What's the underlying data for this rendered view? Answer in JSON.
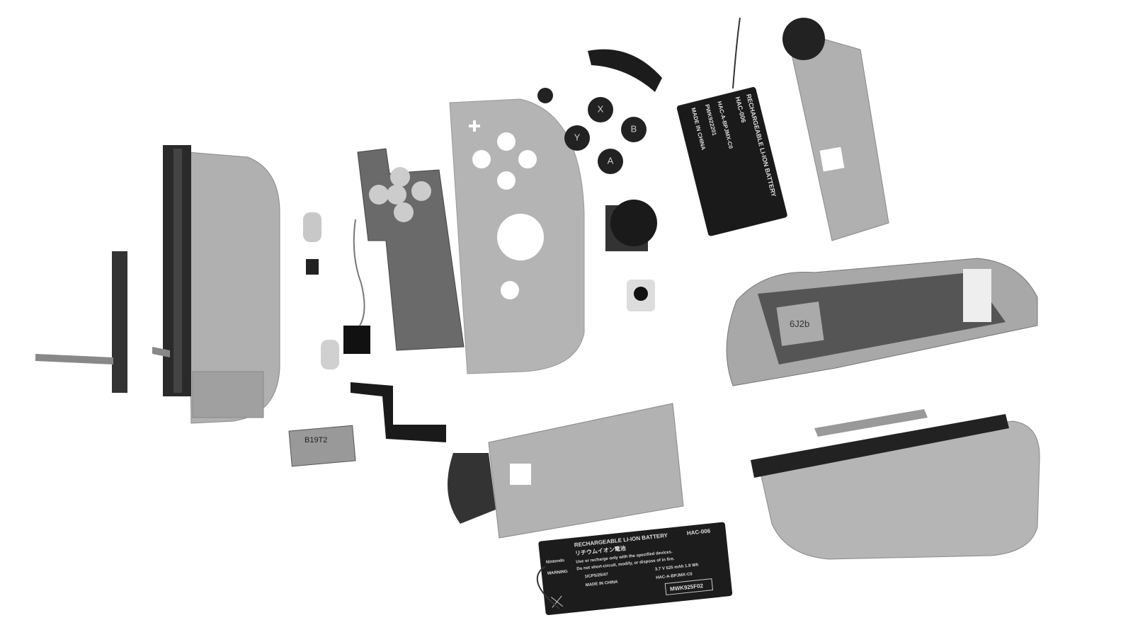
{
  "battery_bottom": {
    "title": "RECHARGEABLE LI-ION BATTERY",
    "model": "HAC-006",
    "japanese": "リチウムイオン電池",
    "brand": "Nintendo",
    "warning": "WARNING",
    "line1": "Use or recharge only with the specified devices.",
    "line2": "Do not short-circuit, modify, or dispose of in fire.",
    "spec": "3.7 V 525 mAh 1.9 Wh",
    "cell": "1ICP5/25/47",
    "part": "HAC-A-BPJMX-C0",
    "origin": "MADE IN CHINA",
    "serial": "MWK925F02"
  },
  "battery_top": {
    "title": "RECHARGEABLE LI-ION BATTERY",
    "model": "HAC-006",
    "part": "HAC-A-BPJMX-C0",
    "origin": "MADE IN CHINA",
    "serial": "PWK922201"
  },
  "face_buttons": [
    "X",
    "Y",
    "B",
    "A"
  ],
  "chip_label": "6J2b",
  "rumble_label": "B19T2",
  "colors": {
    "plastic": "#a9a9a9",
    "dark": "#1e1e1e",
    "pcb": "#5a5a5a",
    "background": "#ffffff"
  }
}
